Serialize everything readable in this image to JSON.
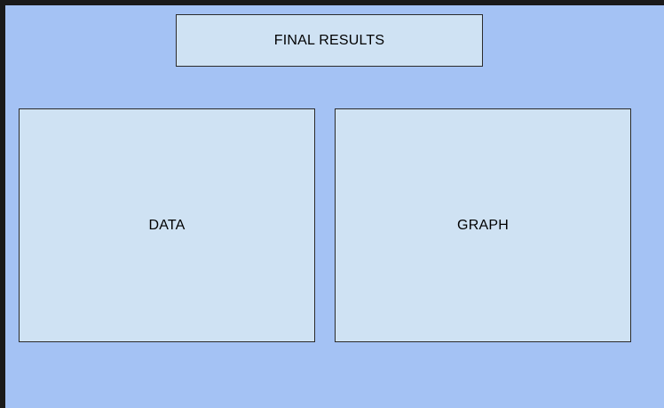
{
  "title": "FINAL RESULTS",
  "panels": {
    "data_label": "DATA",
    "graph_label": "GRAPH"
  },
  "colors": {
    "background": "#a4c2f4",
    "box_fill": "#cfe2f3",
    "box_border": "#2b2b2b",
    "frame": "#1a1a1a"
  }
}
